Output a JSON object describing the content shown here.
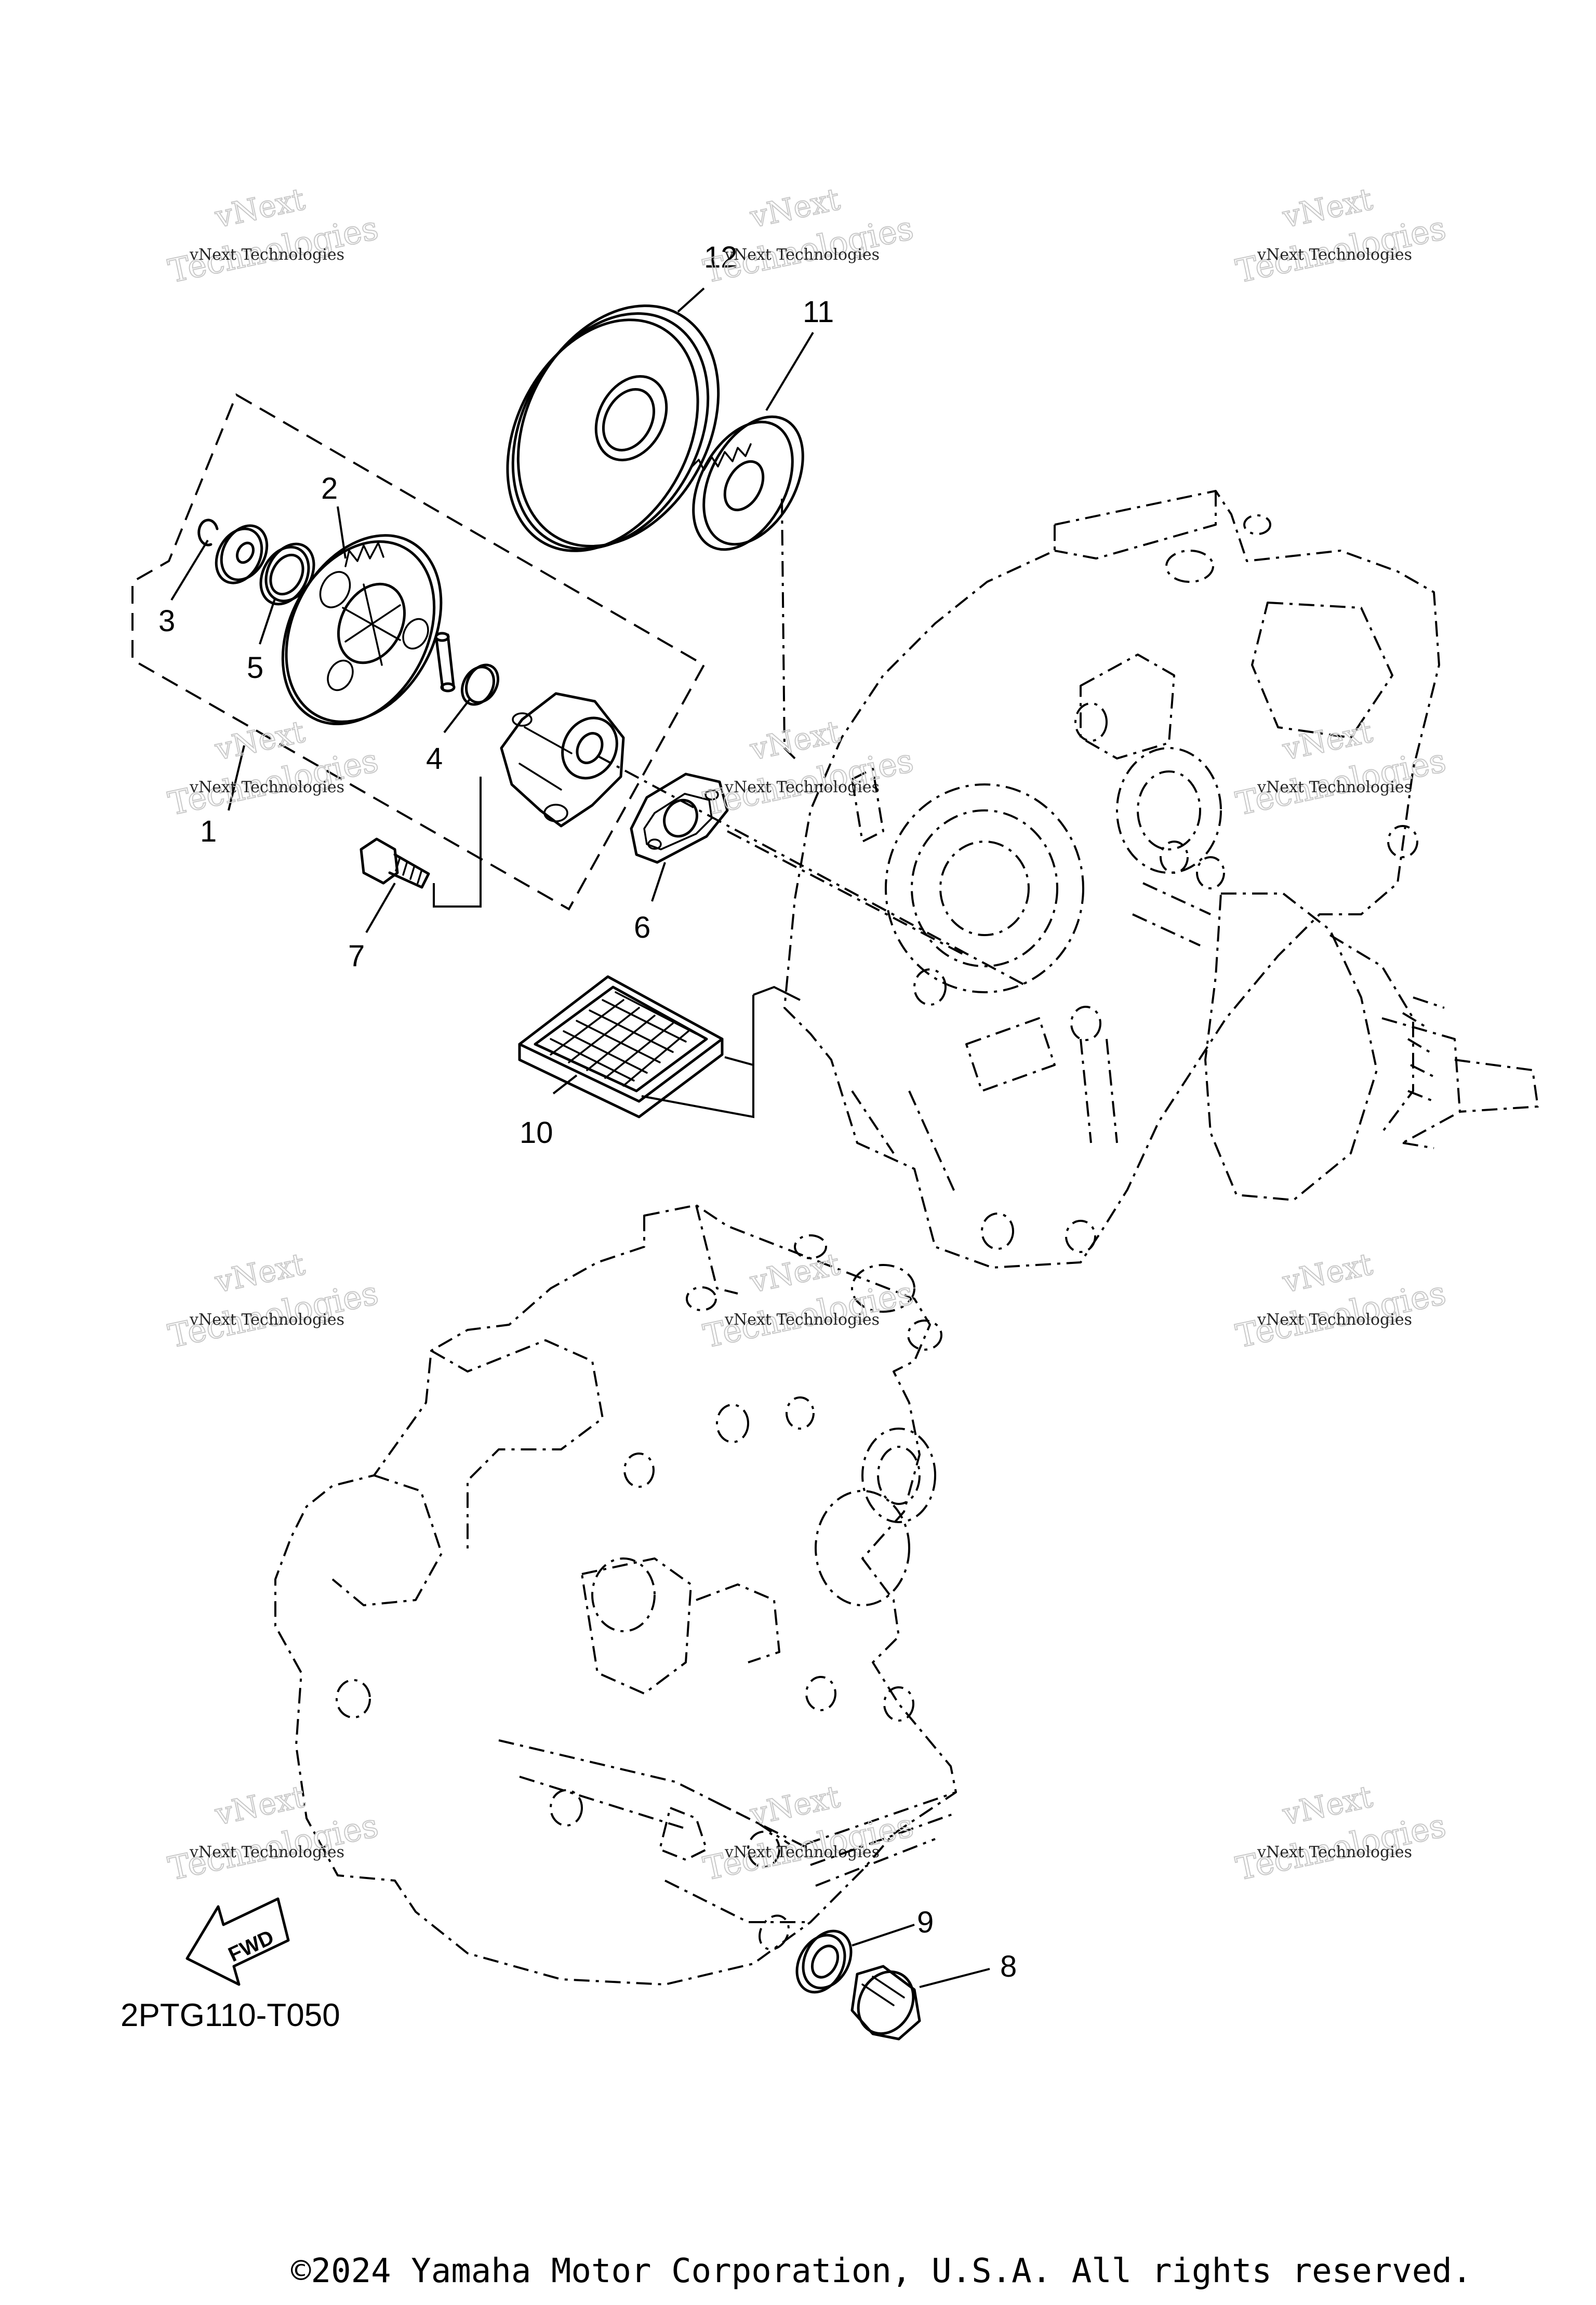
{
  "diagram": {
    "code": "2PTG110-T050",
    "copyright": "©2024 Yamaha Motor Corporation, U.S.A. All rights reserved.",
    "fwd_label": "FWD",
    "callouts": [
      {
        "id": "1",
        "label": "1"
      },
      {
        "id": "2",
        "label": "2"
      },
      {
        "id": "3",
        "label": "3"
      },
      {
        "id": "4",
        "label": "4"
      },
      {
        "id": "5",
        "label": "5"
      },
      {
        "id": "6",
        "label": "6"
      },
      {
        "id": "7",
        "label": "7"
      },
      {
        "id": "8",
        "label": "8"
      },
      {
        "id": "9",
        "label": "9"
      },
      {
        "id": "10",
        "label": "10"
      },
      {
        "id": "11",
        "label": "11"
      },
      {
        "id": "12",
        "label": "12"
      }
    ],
    "watermark": {
      "line1": "vNext Technologies",
      "line2": "vNext",
      "line3": "Technologies"
    }
  }
}
